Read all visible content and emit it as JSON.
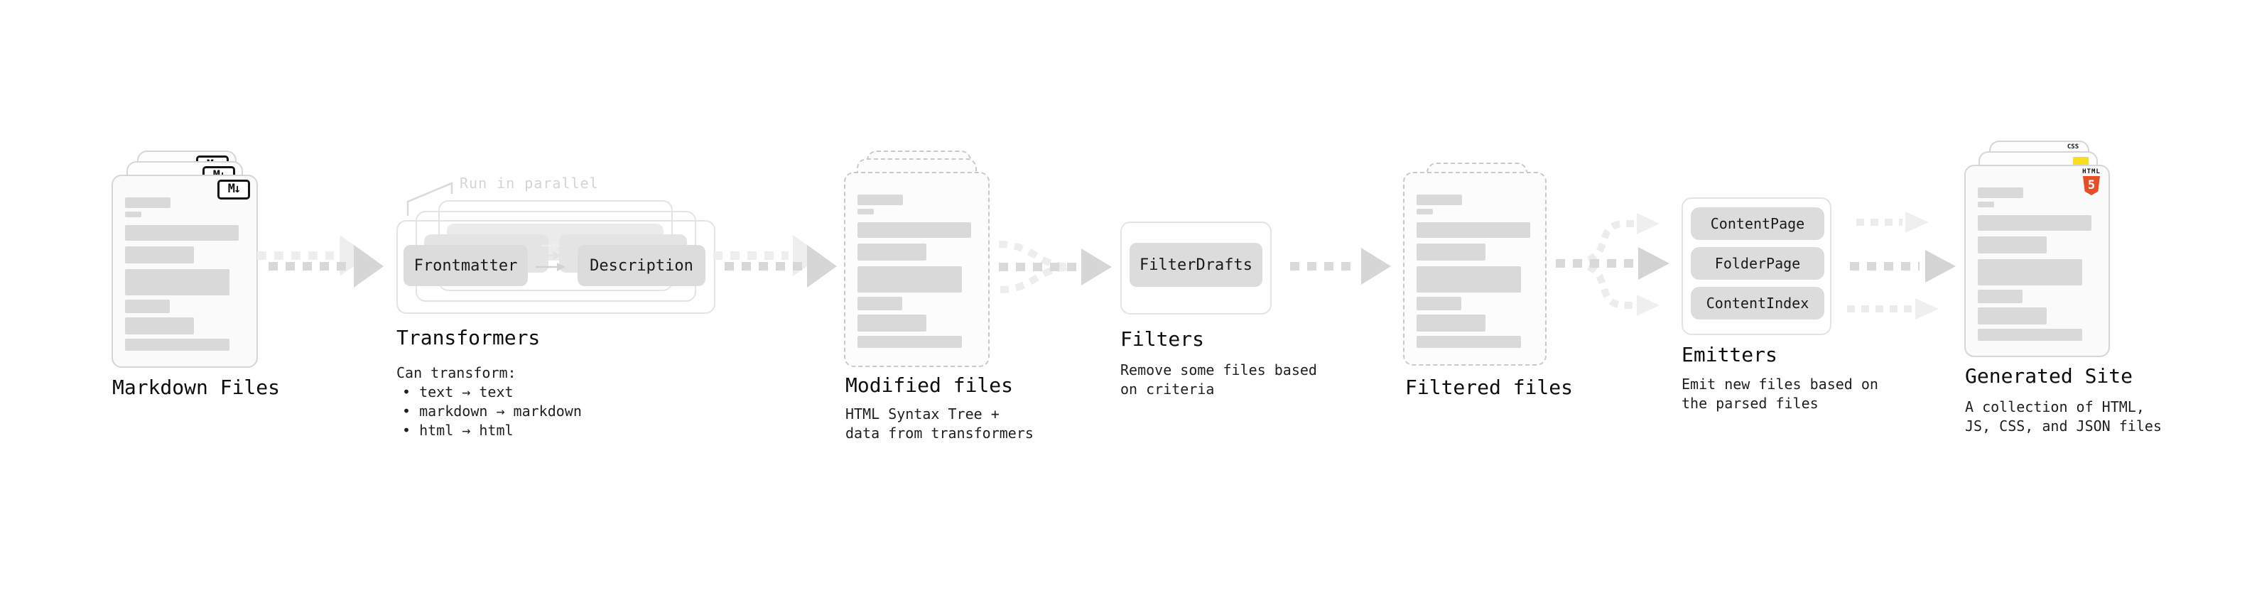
{
  "diagram": {
    "markdown_files": {
      "label": "Markdown Files",
      "file_icon": "M↓"
    },
    "transformers": {
      "annotation": "Run in parallel",
      "node_left": "Frontmatter",
      "node_right": "Description",
      "heading": "Transformers",
      "description_title": "Can transform:",
      "bullets": [
        "• text → text",
        "• markdown → markdown",
        "• html → html"
      ]
    },
    "modified_files": {
      "heading": "Modified files",
      "description": "HTML Syntax Tree +\ndata from transformers"
    },
    "filters": {
      "node": "FilterDrafts",
      "heading": "Filters",
      "description": "Remove some files based\non criteria"
    },
    "filtered_files": {
      "label": "Filtered files"
    },
    "emitters": {
      "nodes": [
        "ContentPage",
        "FolderPage",
        "ContentIndex"
      ],
      "heading": "Emitters",
      "description": "Emit new files based on\nthe parsed files"
    },
    "generated_site": {
      "label": "Generated Site",
      "description": "A collection of HTML,\nJS, CSS, and JSON files",
      "css_badge": "CSS",
      "html5_label": "HTML",
      "html5_number": "5"
    },
    "colors": {
      "css_blue": "#2965f1",
      "js_yellow": "#f7df1e",
      "html5_orange": "#e34f26",
      "placeholder_gray": "#d9d9d9"
    }
  }
}
